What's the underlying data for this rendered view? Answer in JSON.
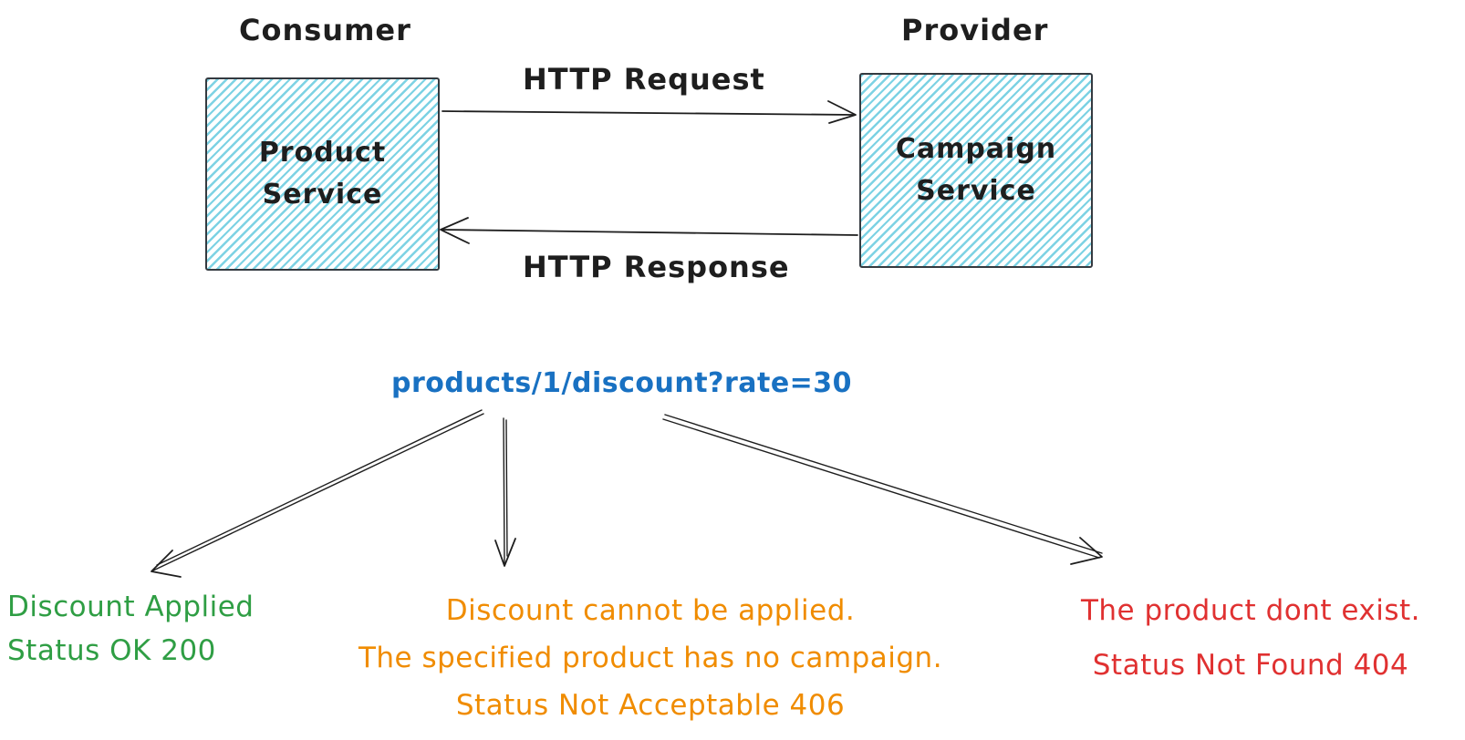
{
  "diagram": {
    "roles": {
      "consumer": "Consumer",
      "provider": "Provider"
    },
    "services": {
      "consumer_box": "Product\nService",
      "provider_box": "Campaign\nService"
    },
    "arrows": {
      "request_label": "HTTP Request",
      "response_label": "HTTP Response"
    },
    "request": {
      "url": "products/1/discount?rate=30"
    },
    "outcomes": {
      "success": {
        "line1": "Discount Applied",
        "line2": "Status OK 200"
      },
      "not_acceptable": {
        "line1": "Discount cannot be applied.",
        "line2": "The specified product has no campaign.",
        "line3": "Status Not Acceptable 406"
      },
      "not_found": {
        "line1": "The product dont exist.",
        "line2": "Status Not Found 404"
      }
    },
    "colors": {
      "stroke": "#1e1e1e",
      "box_border": "#343a40",
      "box_hachure_fill": "#76d0e2",
      "url_blue": "#1971c2",
      "success_green": "#2f9e44",
      "warning_orange": "#f08c00",
      "error_red": "#e03131"
    }
  }
}
